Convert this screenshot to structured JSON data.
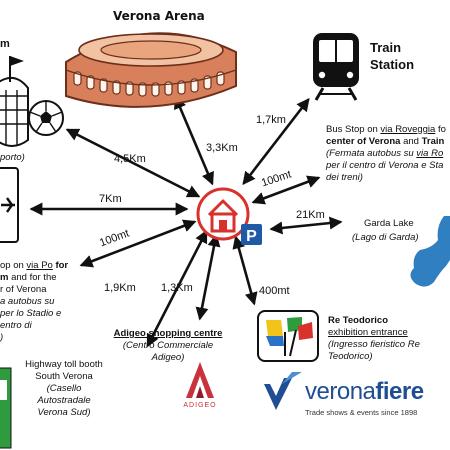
{
  "colors": {
    "arrow": "#111111",
    "home_red": "#d9312b",
    "parking_blue": "#1f5aa6",
    "arena_brick": "#d8805b",
    "lake_blue": "#2f7fc1",
    "adigeo_red": "#c8323a",
    "verona_blue": "#1f4e93",
    "highway_green": "#2e9b3e"
  },
  "center": {
    "home_icon": "house-icon",
    "parking_icon": "P"
  },
  "arena": {
    "label": "Verona Arena",
    "distance": "3,3Km"
  },
  "stadium": {
    "label": "m",
    "sub": "porto)",
    "distance": "4,5Km"
  },
  "train": {
    "label_line1": "Train",
    "label_line2": "Station",
    "distance": "1,7km"
  },
  "airport": {
    "distance": "7Km"
  },
  "bus_roveggia": {
    "distance": "100mt",
    "line1_pre": "Bus Stop on ",
    "line1_link": "via Roveggia",
    "line1_post": " fo",
    "line2_bold": "center of Verona",
    "line2_mid": " and ",
    "line2_bold2": "Train",
    "line3_pre": "(Fermata autobus su ",
    "line3_link": "via Ro",
    "line4": "per il centro di Verona e Sta",
    "line5": "dei treni)"
  },
  "lake": {
    "distance": "21Km",
    "label": "Garda Lake",
    "sub": "(Lago di Garda)"
  },
  "bus_po": {
    "distance": "100mt",
    "line1_pre": "op on ",
    "line1_link": "via Po",
    "line1_post": " for",
    "line2_bold": "m",
    "line2_post": " and for the",
    "line3": "r of Verona",
    "line4": "a autobus su",
    "line5": "per lo Stadio e",
    "line6": "entro di",
    "line7": ")"
  },
  "highway": {
    "distance": "1,9Km",
    "line1": "Highway toll booth",
    "line2": "South Verona",
    "sub1": "(Casello",
    "sub2": "Autostradale",
    "sub3": "Verona Sud)"
  },
  "adigeo": {
    "distance": "1,3Km",
    "line1": "Adigeo shopping centre",
    "sub1": "(Centro Commerciale",
    "sub2": "Adigeo)",
    "logo_text": "ADIGEO"
  },
  "teodorico": {
    "distance": "400mt",
    "line1": "Re Teodorico",
    "line2": "exhibition entrance",
    "sub1": "(Ingresso fieristico Re",
    "sub2": "Teodorico)"
  },
  "veronafiere": {
    "brand_a": "verona",
    "brand_b": "fiere",
    "tagline": "Trade shows & events since 1898"
  }
}
